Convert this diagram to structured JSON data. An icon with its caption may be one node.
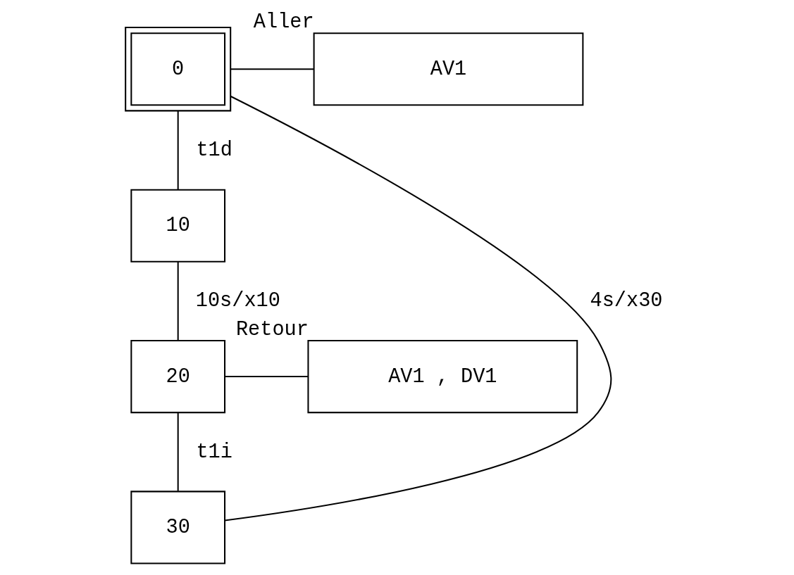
{
  "diagram": {
    "nodes": [
      {
        "text": [
          "0"
        ]
      },
      {
        "text": [
          "AV1"
        ],
        "beside": [
          "Aller"
        ]
      },
      {
        "text": [
          "10"
        ]
      },
      {
        "text": [
          "20"
        ]
      },
      {
        "text": [
          "AV1 , DV1"
        ],
        "beside": [
          "Retour"
        ]
      },
      {
        "text": [
          "30"
        ]
      }
    ],
    "edges": [
      {
        "from": 0,
        "to": 1,
        "arrow": "none"
      },
      {
        "from": 0,
        "to": 2,
        "arrow": "none",
        "label": "t1d"
      },
      {
        "from": 2,
        "to": 3,
        "arrow": "none",
        "label": "10s/x10"
      },
      {
        "from": 3,
        "to": 4,
        "arrow": "none"
      },
      {
        "from": 3,
        "to": 5,
        "arrow": "none",
        "label": "t1i"
      },
      {
        "from": 5,
        "to": 0,
        "arrow": "none",
        "label": "4s/x30"
      }
    ]
  }
}
